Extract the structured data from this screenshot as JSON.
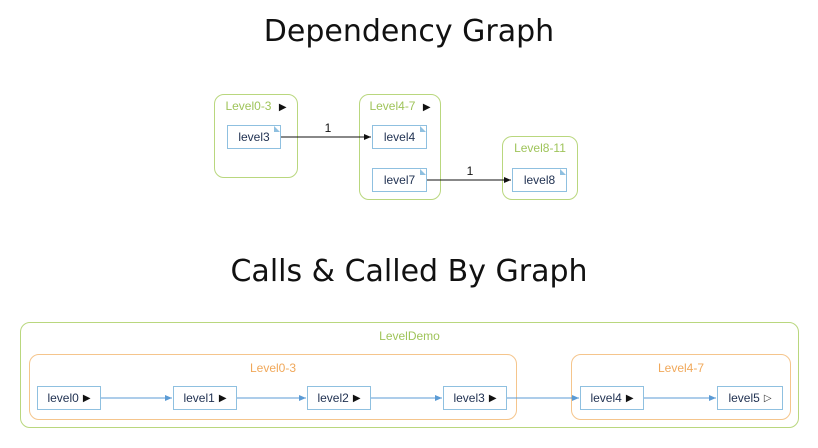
{
  "titles": {
    "dependency": "Dependency Graph",
    "calls": "Calls & Called By Graph"
  },
  "dependency_graph": {
    "clusters": [
      {
        "label": "Level0-3",
        "expand_icon": "triangle-right-icon",
        "expand_glyph": "▶"
      },
      {
        "label": "Level4-7",
        "expand_icon": "triangle-right-icon",
        "expand_glyph": "▶"
      },
      {
        "label": "Level8-11"
      }
    ],
    "nodes": [
      "level3",
      "level4",
      "level7",
      "level8"
    ],
    "edges": [
      {
        "from": "level3",
        "to": "level4",
        "label": "1"
      },
      {
        "from": "level7",
        "to": "level8",
        "label": "1"
      }
    ]
  },
  "calls_graph": {
    "outer_cluster": "LevelDemo",
    "clusters": [
      "Level0-3",
      "Level4-7"
    ],
    "nodes": [
      {
        "label": "level0",
        "icon": "triangle-right-icon",
        "glyph": "▶"
      },
      {
        "label": "level1",
        "icon": "triangle-right-icon",
        "glyph": "▶"
      },
      {
        "label": "level2",
        "icon": "triangle-right-icon",
        "glyph": "▶"
      },
      {
        "label": "level3",
        "icon": "triangle-right-icon",
        "glyph": "▶"
      },
      {
        "label": "level4",
        "icon": "triangle-right-icon",
        "glyph": "▶"
      },
      {
        "label": "level5",
        "icon": "triangle-right-outline-icon",
        "glyph": "▷"
      }
    ]
  },
  "colors": {
    "cluster_green": "#b9d77e",
    "cluster_orange": "#f5c58c",
    "node_border": "#8fc0e0",
    "edge_dependency": "#111111",
    "edge_calls": "#5b9bd5"
  }
}
